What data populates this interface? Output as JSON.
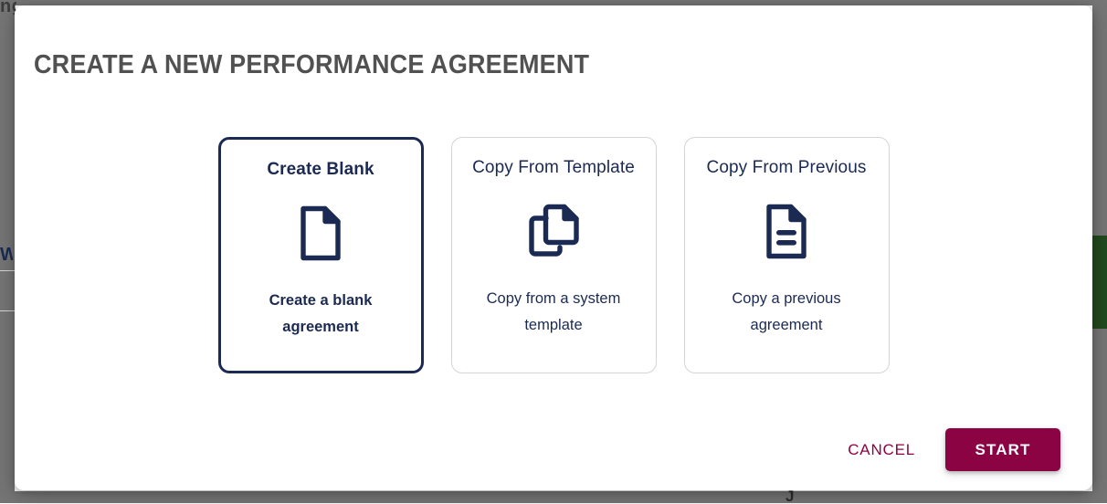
{
  "dialog": {
    "title": "CREATE A NEW PERFORMANCE AGREEMENT",
    "options": [
      {
        "title": "Create Blank",
        "description": "Create a blank agreement",
        "icon": "blank-document-icon",
        "selected": true
      },
      {
        "title": "Copy From Template",
        "description": "Copy from a system template",
        "icon": "copy-document-icon",
        "selected": false
      },
      {
        "title": "Copy From Previous",
        "description": "Copy a previous agreement",
        "icon": "document-with-lines-icon",
        "selected": false
      }
    ],
    "actions": {
      "cancel_label": "CANCEL",
      "start_label": "START"
    }
  },
  "colors": {
    "accent": "#8c0344",
    "navy": "#1b2a52",
    "title_gray": "#515151",
    "card_border": "#d4d4d8",
    "overlay": "#757575",
    "background_green": "#21491f"
  }
}
